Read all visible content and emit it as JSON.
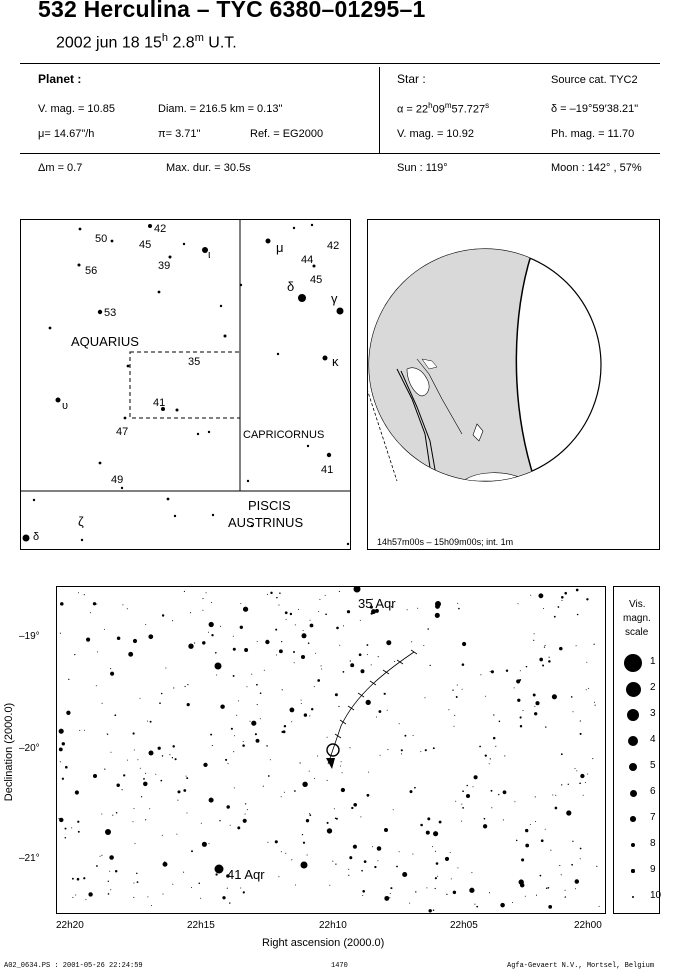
{
  "header": {
    "title": "532 Herculina  –  TYC 6380–01295–1",
    "date_prefix": "2002 jun 18  15",
    "date_h": "h",
    "date_mid": " 2.8",
    "date_m": "m",
    "date_suffix": " U.T."
  },
  "planet": {
    "heading": "Planet :",
    "vmag": "V. mag. = 10.85",
    "diam": "Diam. = 216.5 km = 0.13\"",
    "mu": "μ=  14.67\"/h",
    "pi": "π=  3.71\"",
    "ref": "Ref. = EG2000"
  },
  "star": {
    "heading": "Star :",
    "source": "Source cat.  TYC2",
    "alpha_prefix": "α = 22",
    "alpha_h": "h",
    "alpha_mid": "09",
    "alpha_m": "m",
    "alpha_s": "57.727",
    "alpha_s_sup": "s",
    "delta": "δ = –19°59′38.21\"",
    "vmag": "V. mag. = 10.92",
    "phmag": "Ph. mag. = 11.70"
  },
  "summary": {
    "dm": "Δm = 0.7",
    "maxdur": "Max. dur. = 30.5s",
    "sun": "Sun : 119°",
    "moon": "Moon : 142° , 57%"
  },
  "finder": {
    "labels": {
      "aquarius": "AQUARIUS",
      "capricornus": "CAPRICORNUS",
      "piscis": "PISCIS",
      "austrinus": "AUSTRINUS",
      "n42a": "42",
      "n50": "50",
      "n45a": "45",
      "n39": "39",
      "iota": "ι",
      "n56": "56",
      "n53": "53",
      "n35": "35",
      "n41a": "41",
      "upsilon": "υ",
      "n47": "47",
      "n49": "49",
      "zeta": "ζ",
      "delta_pa": "δ",
      "mu": "μ",
      "n42b": "42",
      "n44": "44",
      "n45b": "45",
      "delta_cap": "δ",
      "gamma": "γ",
      "kappa": "κ",
      "n41b": "41"
    }
  },
  "globe": {
    "caption": "14h57m00s – 15h09m00s; int.  1m"
  },
  "chart": {
    "star35": "35 Aqr",
    "star41": "41 Aqr",
    "ylabel": "Declination (2000.0)",
    "xlabel": "Right ascension (2000.0)",
    "yticks": [
      "–19°",
      "–20°",
      "–21°"
    ],
    "xticks": [
      "22h20",
      "22h15",
      "22h10",
      "22h05",
      "22h00"
    ]
  },
  "legend": {
    "title1": "Vis.",
    "title2": "magn.",
    "title3": "scale",
    "items": [
      "1",
      "2",
      "3",
      "4",
      "5",
      "6",
      "7",
      "8",
      "9",
      "10"
    ]
  },
  "footer": {
    "left": "A02_0634.PS : 2001-05-26 22:24:59",
    "center": "1470",
    "right": "Agfa-Gevaert N.V., Mortsel, Belgium"
  }
}
